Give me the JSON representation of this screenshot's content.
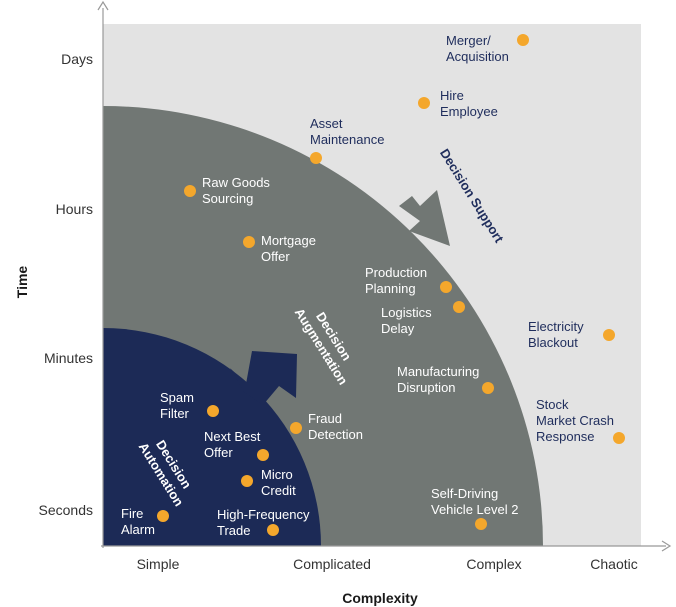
{
  "colors": {
    "background_region": "#e3e3e3",
    "augmentation_region": "#717774",
    "automation_region": "#1c2a56",
    "dot": "#f4a72c",
    "axis": "#999999",
    "label_light": "#ffffff",
    "label_dark": "#1f2d5c"
  },
  "axes": {
    "x_title": "Complexity",
    "y_title": "Time",
    "x_ticks": [
      "Simple",
      "Complicated",
      "Complex",
      "Chaotic"
    ],
    "y_ticks": [
      "Days",
      "Hours",
      "Minutes",
      "Seconds"
    ]
  },
  "regions": {
    "support": [
      "Decision Support"
    ],
    "augmentation": [
      "Decision",
      "Augmentation"
    ],
    "automation": [
      "Decision",
      "Automation"
    ]
  },
  "points": [
    {
      "lines": [
        "Merger/",
        "Acquisition"
      ]
    },
    {
      "lines": [
        "Hire",
        "Employee"
      ]
    },
    {
      "lines": [
        "Asset",
        "Maintenance"
      ]
    },
    {
      "lines": [
        "Raw Goods",
        "Sourcing"
      ]
    },
    {
      "lines": [
        "Mortgage",
        "Offer"
      ]
    },
    {
      "lines": [
        "Production",
        "Planning"
      ]
    },
    {
      "lines": [
        "Logistics",
        "Delay"
      ]
    },
    {
      "lines": [
        "Electricity",
        "Blackout"
      ]
    },
    {
      "lines": [
        "Manufacturing",
        "Disruption"
      ]
    },
    {
      "lines": [
        "Stock",
        "Market Crash",
        "Response"
      ]
    },
    {
      "lines": [
        "Spam",
        "Filter"
      ]
    },
    {
      "lines": [
        "Fraud",
        "Detection"
      ]
    },
    {
      "lines": [
        "Next Best",
        "Offer"
      ]
    },
    {
      "lines": [
        "Micro",
        "Credit"
      ]
    },
    {
      "lines": [
        "Fire",
        "Alarm"
      ]
    },
    {
      "lines": [
        "High-Frequency",
        "Trade"
      ]
    },
    {
      "lines": [
        "Self-Driving",
        "Vehicle Level 2"
      ]
    }
  ]
}
